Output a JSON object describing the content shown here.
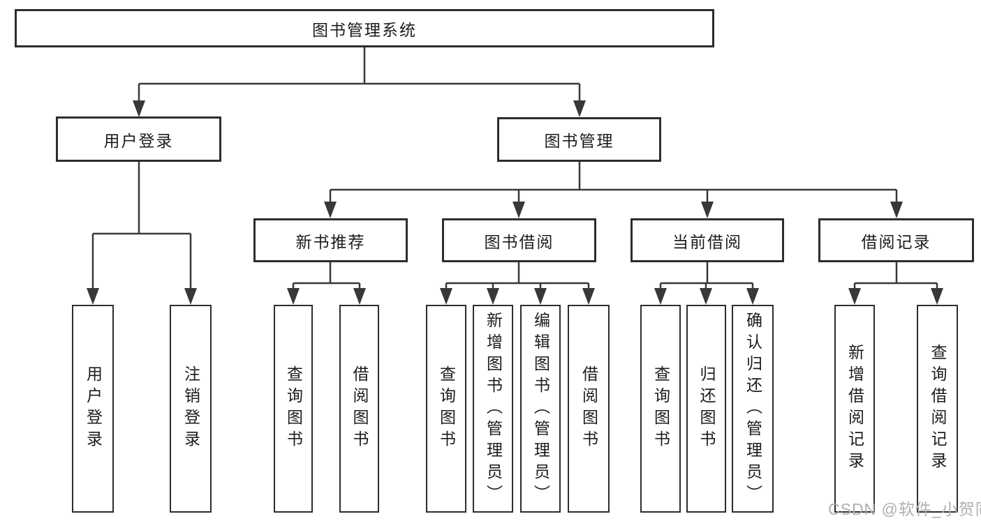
{
  "diagram": {
    "title": "图书管理系统",
    "root": {
      "label": "图书管理系统"
    },
    "branches": [
      {
        "label": "用户登录",
        "children": [
          {
            "label": "用户登录"
          },
          {
            "label": "注销登录"
          }
        ]
      },
      {
        "label": "图书管理",
        "children": [
          {
            "label": "新书推荐",
            "children": [
              {
                "label": "查询图书"
              },
              {
                "label": "借阅图书"
              }
            ]
          },
          {
            "label": "图书借阅",
            "children": [
              {
                "label": "查询图书"
              },
              {
                "label": "新增图书（管理员）"
              },
              {
                "label": "编辑图书（管理员）"
              },
              {
                "label": "借阅图书"
              }
            ]
          },
          {
            "label": "当前借阅",
            "children": [
              {
                "label": "查询图书"
              },
              {
                "label": "归还图书"
              },
              {
                "label": "确认归还（管理员）"
              }
            ]
          },
          {
            "label": "借阅记录",
            "children": [
              {
                "label": "新增借阅记录"
              },
              {
                "label": "查询借阅记录"
              }
            ]
          }
        ]
      }
    ]
  },
  "watermark": {
    "text": "CSDN @软件_小贺同学"
  },
  "colors": {
    "line": "#383838",
    "box_border": "#2d2d2d",
    "text": "#1c1c1c",
    "watermark": "#afafaf",
    "background": "#ffffff"
  }
}
